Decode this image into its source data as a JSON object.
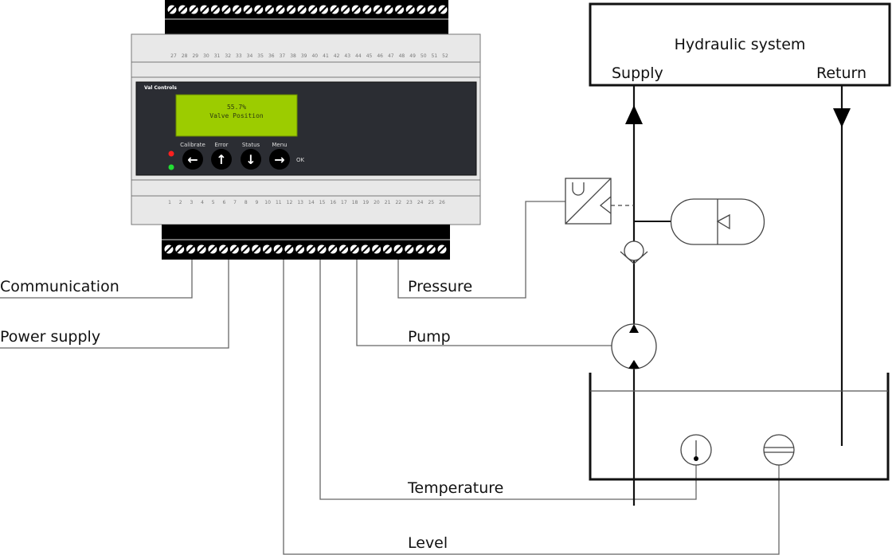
{
  "device": {
    "brand": "Val Controls",
    "lcd": {
      "line1": "55.7%",
      "line2": "Valve Position"
    },
    "buttons": [
      {
        "label": "Calibrate",
        "icon": "arrow-left-icon",
        "glyph": "←"
      },
      {
        "label": "Error",
        "icon": "arrow-up-icon",
        "glyph": "↑"
      },
      {
        "label": "Status",
        "icon": "arrow-down-icon",
        "glyph": "↓"
      },
      {
        "label": "Menu",
        "icon": "arrow-right-icon",
        "glyph": "→"
      }
    ],
    "ok_label": "OK",
    "leds": [
      {
        "name": "error-led",
        "color": "#ff2020"
      },
      {
        "name": "power-led",
        "color": "#22dd33"
      }
    ],
    "top_terminals": [
      "27",
      "28",
      "29",
      "30",
      "31",
      "32",
      "33",
      "34",
      "35",
      "36",
      "37",
      "38",
      "39",
      "40",
      "41",
      "42",
      "43",
      "44",
      "45",
      "46",
      "47",
      "48",
      "49",
      "50",
      "51",
      "52"
    ],
    "bottom_terminals": [
      "1",
      "2",
      "3",
      "4",
      "5",
      "6",
      "7",
      "8",
      "9",
      "10",
      "11",
      "12",
      "13",
      "14",
      "15",
      "16",
      "17",
      "18",
      "19",
      "20",
      "21",
      "22",
      "23",
      "24",
      "25",
      "26"
    ],
    "colors": {
      "panel": "#2b2d33",
      "lcd": "#9ccc00",
      "housing": "#e8e8e8",
      "terminal_block": "#000000"
    }
  },
  "hydraulic": {
    "title": "Hydraulic system",
    "supply": "Supply",
    "return": "Return"
  },
  "signals": {
    "communication": "Communication",
    "power_supply": "Power supply",
    "pressure": "Pressure",
    "pump": "Pump",
    "temperature": "Temperature",
    "level": "Level"
  }
}
